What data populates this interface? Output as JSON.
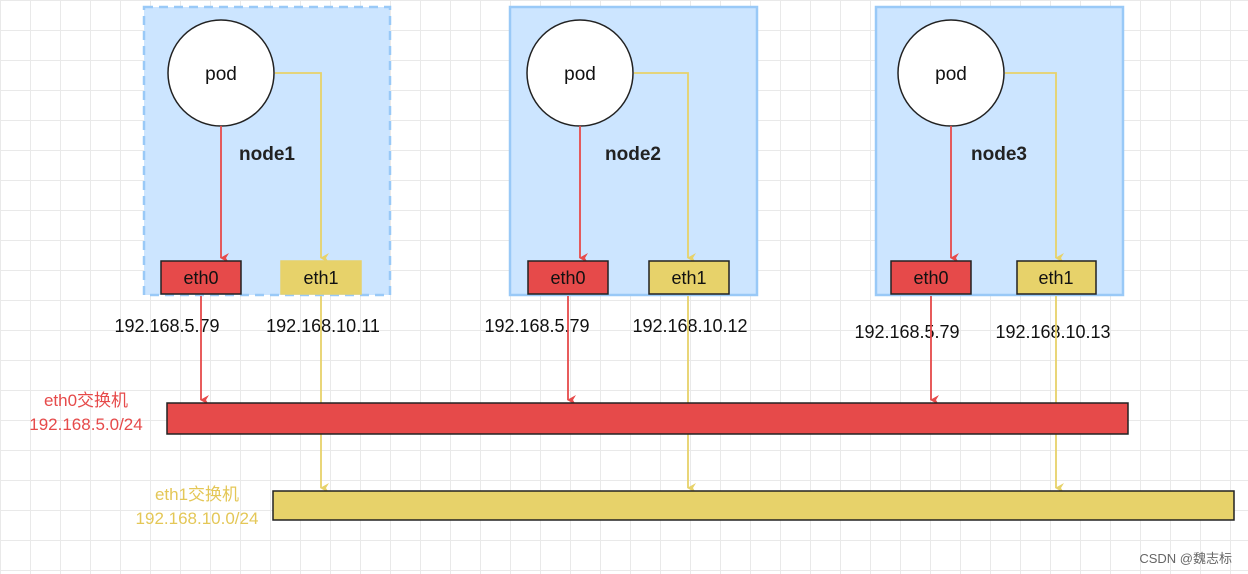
{
  "colors": {
    "eth0": "#e64a4a",
    "eth1": "#e7d26a",
    "node_fill": "#cce5ff",
    "node_border": "#99c9f7",
    "eth0_label": "#e64a4a",
    "eth1_label": "#e4c757"
  },
  "nodes": [
    {
      "name": "node1",
      "pod": "pod",
      "eth0": "eth0",
      "eth1": "eth1",
      "eth0_ip": "192.168.5.79",
      "eth1_ip": "192.168.10.11"
    },
    {
      "name": "node2",
      "pod": "pod",
      "eth0": "eth0",
      "eth1": "eth1",
      "eth0_ip": "192.168.5.79",
      "eth1_ip": "192.168.10.12"
    },
    {
      "name": "node3",
      "pod": "pod",
      "eth0": "eth0",
      "eth1": "eth1",
      "eth0_ip": "192.168.5.79",
      "eth1_ip": "192.168.10.13"
    }
  ],
  "switches": {
    "eth0": {
      "name": "eth0交换机",
      "subnet": "192.168.5.0/24"
    },
    "eth1": {
      "name": "eth1交换机",
      "subnet": "192.168.10.0/24"
    }
  },
  "watermark": "CSDN @魏志标"
}
